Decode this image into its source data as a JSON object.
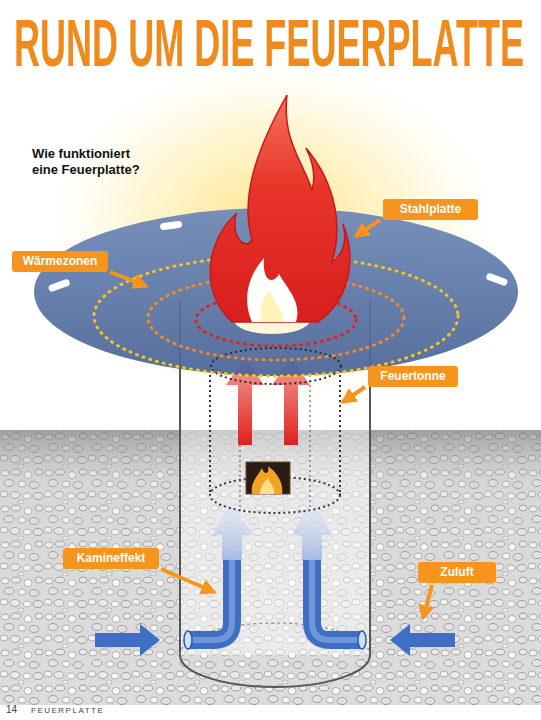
{
  "diagram": {
    "title": "RUND UM DIE FEUERPLATTE",
    "nodes": [
      {
        "text": [
          "Stahlplatte"
        ]
      },
      {
        "text": [
          "Wärmezonen"
        ]
      },
      {
        "text": [
          "Feuertonne"
        ]
      },
      {
        "text": [
          "Zuluft"
        ]
      },
      {
        "text": [
          "Kamineffekt"
        ]
      }
    ],
    "labels": [
      "Wie funktioniert eine Feuerplatte?",
      "14",
      "FEUERPLATTE"
    ]
  }
}
